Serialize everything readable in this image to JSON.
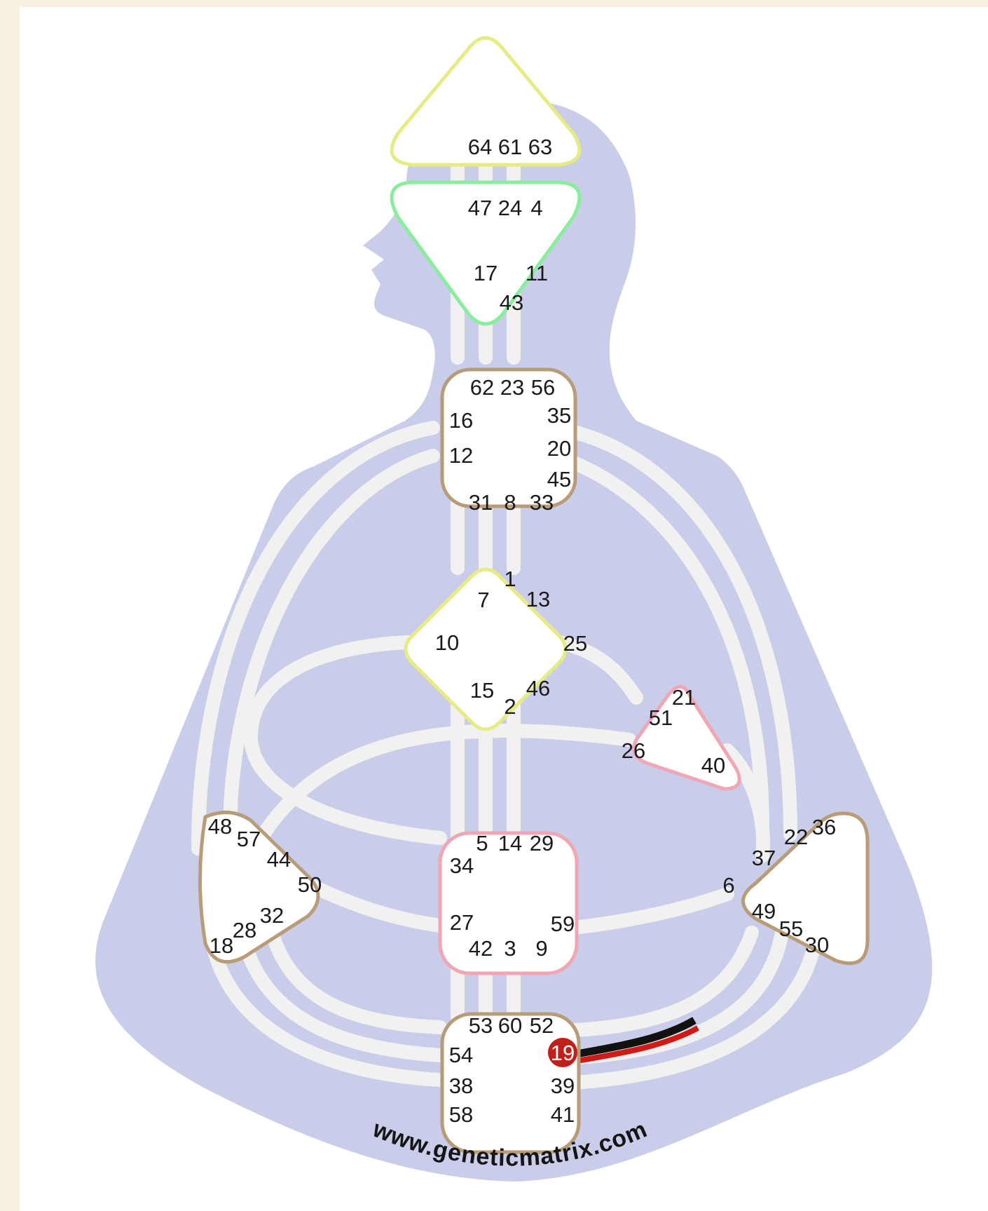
{
  "website": "www.geneticmatrix.com",
  "colors": {
    "page_background": "#f8f1e1",
    "panel_background": "#ffffff",
    "body_silhouette": "#c9cde9",
    "channel": "#f1f1f1",
    "head_center": "#e6ec82",
    "ajna_center": "#88ee9c",
    "throat_center": "#b89b77",
    "g_center": "#e6ec82",
    "heart_center": "#f1a6b4",
    "sacral_center": "#f1a6b4",
    "spleen_center": "#b89b77",
    "solar_plexus_center": "#b89b77",
    "root_center": "#b89b77",
    "active_gate": "#c0201a",
    "active_channel_personality": "#111111",
    "active_channel_design": "#d01a16"
  },
  "centers": [
    {
      "id": "head",
      "gates": [
        "64",
        "61",
        "63"
      ]
    },
    {
      "id": "ajna",
      "gates": [
        "47",
        "24",
        "4",
        "17",
        "11",
        "43"
      ]
    },
    {
      "id": "throat",
      "gates": [
        "62",
        "23",
        "56",
        "16",
        "35",
        "12",
        "20",
        "45",
        "31",
        "8",
        "33"
      ]
    },
    {
      "id": "g",
      "gates": [
        "1",
        "7",
        "13",
        "10",
        "25",
        "15",
        "46",
        "2"
      ]
    },
    {
      "id": "heart",
      "gates": [
        "21",
        "51",
        "26",
        "40"
      ]
    },
    {
      "id": "sacral",
      "gates": [
        "5",
        "14",
        "29",
        "34",
        "27",
        "59",
        "42",
        "3",
        "9"
      ]
    },
    {
      "id": "spleen",
      "gates": [
        "48",
        "57",
        "44",
        "50",
        "32",
        "28",
        "18"
      ]
    },
    {
      "id": "solar-plexus",
      "gates": [
        "36",
        "22",
        "37",
        "6",
        "49",
        "55",
        "30"
      ]
    },
    {
      "id": "root",
      "gates": [
        "53",
        "60",
        "52",
        "54",
        "19",
        "38",
        "39",
        "58",
        "41"
      ]
    }
  ],
  "active_gates": [
    "19"
  ]
}
